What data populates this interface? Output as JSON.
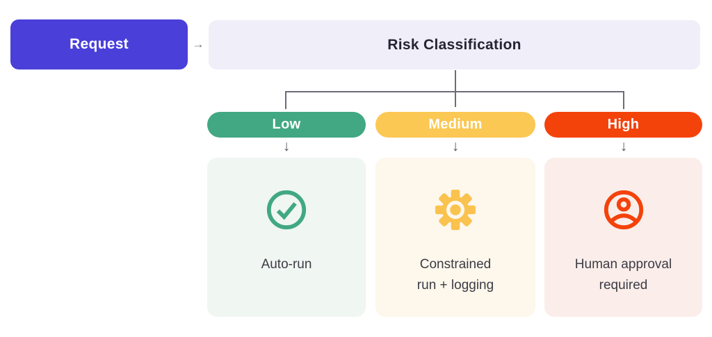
{
  "canvas": {
    "bg": "#ffffff"
  },
  "flow": {
    "request": {
      "label": "Request",
      "bg": "#4A3FD9",
      "text_color": "#ffffff"
    },
    "flow_arrow": "→",
    "risk_header": {
      "label": "Risk Classification",
      "bg": "#EFEEF9",
      "text_color": "#262433"
    },
    "connector_color": "#6C6B78",
    "down_arrow": "↓",
    "down_arrow_color": "#56555F",
    "outcome_text_color": "#3C3B45",
    "branches": [
      {
        "id": "low",
        "label": "Low",
        "pill_bg": "#41A883",
        "pill_text_color": "#ffffff",
        "card_bg": "#F0F6F2",
        "icon": "check-circle-icon",
        "icon_color": "#41A883",
        "outcome": "Auto-run"
      },
      {
        "id": "medium",
        "label": "Medium",
        "pill_bg": "#FBC853",
        "pill_text_color": "#ffffff",
        "card_bg": "#FDF7EC",
        "icon": "gear-icon",
        "icon_color": "#FAC24E",
        "outcome": "Constrained\nrun + logging"
      },
      {
        "id": "high",
        "label": "High",
        "pill_bg": "#F4420B",
        "pill_text_color": "#ffffff",
        "card_bg": "#FBEEEA",
        "icon": "user-circle-icon",
        "icon_color": "#F4420B",
        "outcome": "Human approval\nrequired"
      }
    ]
  }
}
